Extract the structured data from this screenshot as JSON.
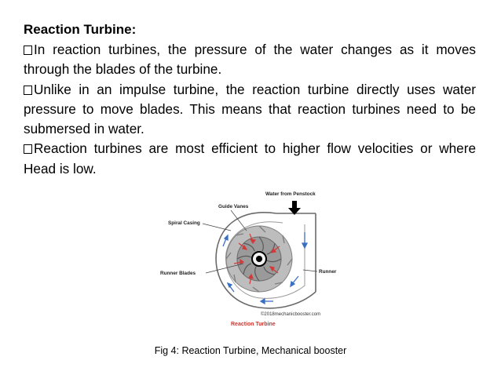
{
  "slide": {
    "title": "Reaction Turbine:",
    "bullets": [
      "In reaction turbines, the pressure of the water changes as it moves through the blades of the turbine.",
      "Unlike in an impulse turbine, the reaction turbine directly uses water pressure to move blades. This means that reaction turbines need to be submersed in water.",
      "Reaction turbines are most efficient to higher flow velocities or where Head is low."
    ],
    "bullet_icon": "checkbox-square-icon"
  },
  "figure": {
    "labels": {
      "water_from_penstock": "Water from Penstock",
      "guide_vanes": "Guide Vanes",
      "spiral_casing": "Spiral Casing",
      "runner_blades": "Runner Blades",
      "runner": "Runner",
      "copyright": "©2018mechanicbooster.com",
      "diagram_title": "Reaction Turbine"
    },
    "colors": {
      "casing_outline": "#6a6a6a",
      "runner_fill": "#9a9a9a",
      "guide_vane": "#7f7f7f",
      "flow_arrow_blue": "#3b6fc4",
      "flow_arrow_red": "#d23a3a",
      "diagram_title": "#d0342c"
    }
  },
  "caption": "Fig 4: Reaction Turbine, Mechanical booster"
}
